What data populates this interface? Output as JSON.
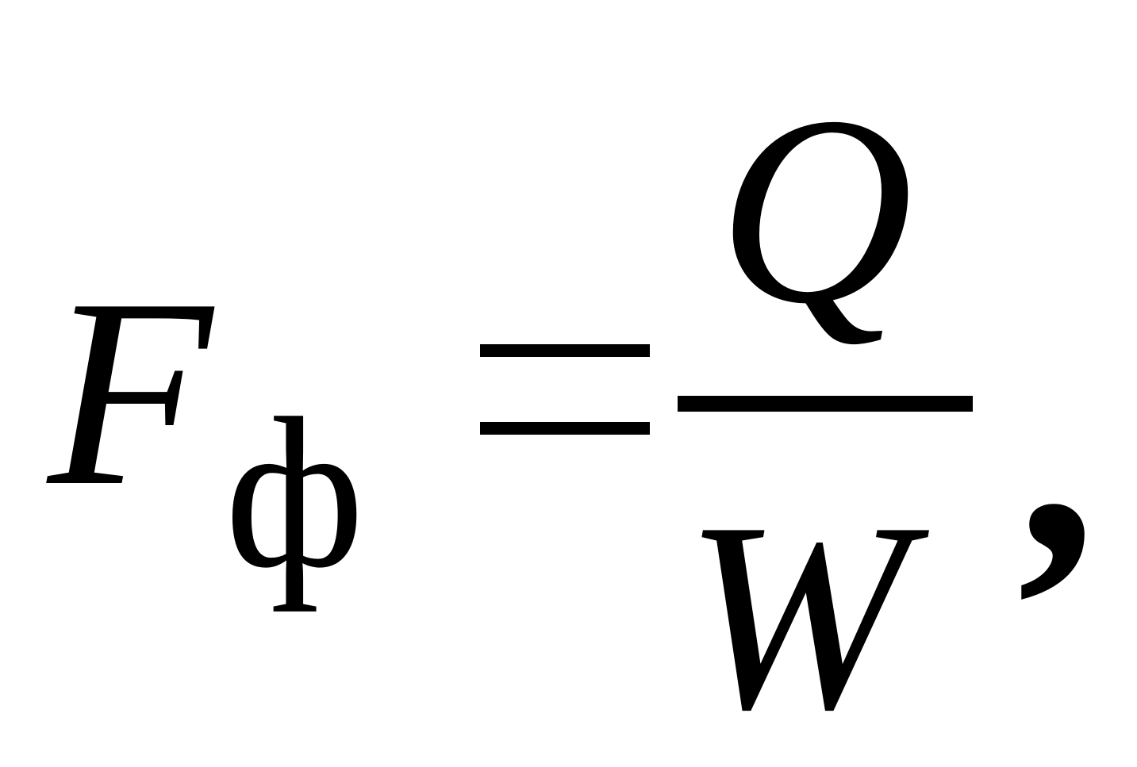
{
  "formula": {
    "lhs_symbol": "F",
    "lhs_subscript": "ф",
    "numerator": "Q",
    "denominator": "W",
    "trailing_punctuation": ","
  }
}
